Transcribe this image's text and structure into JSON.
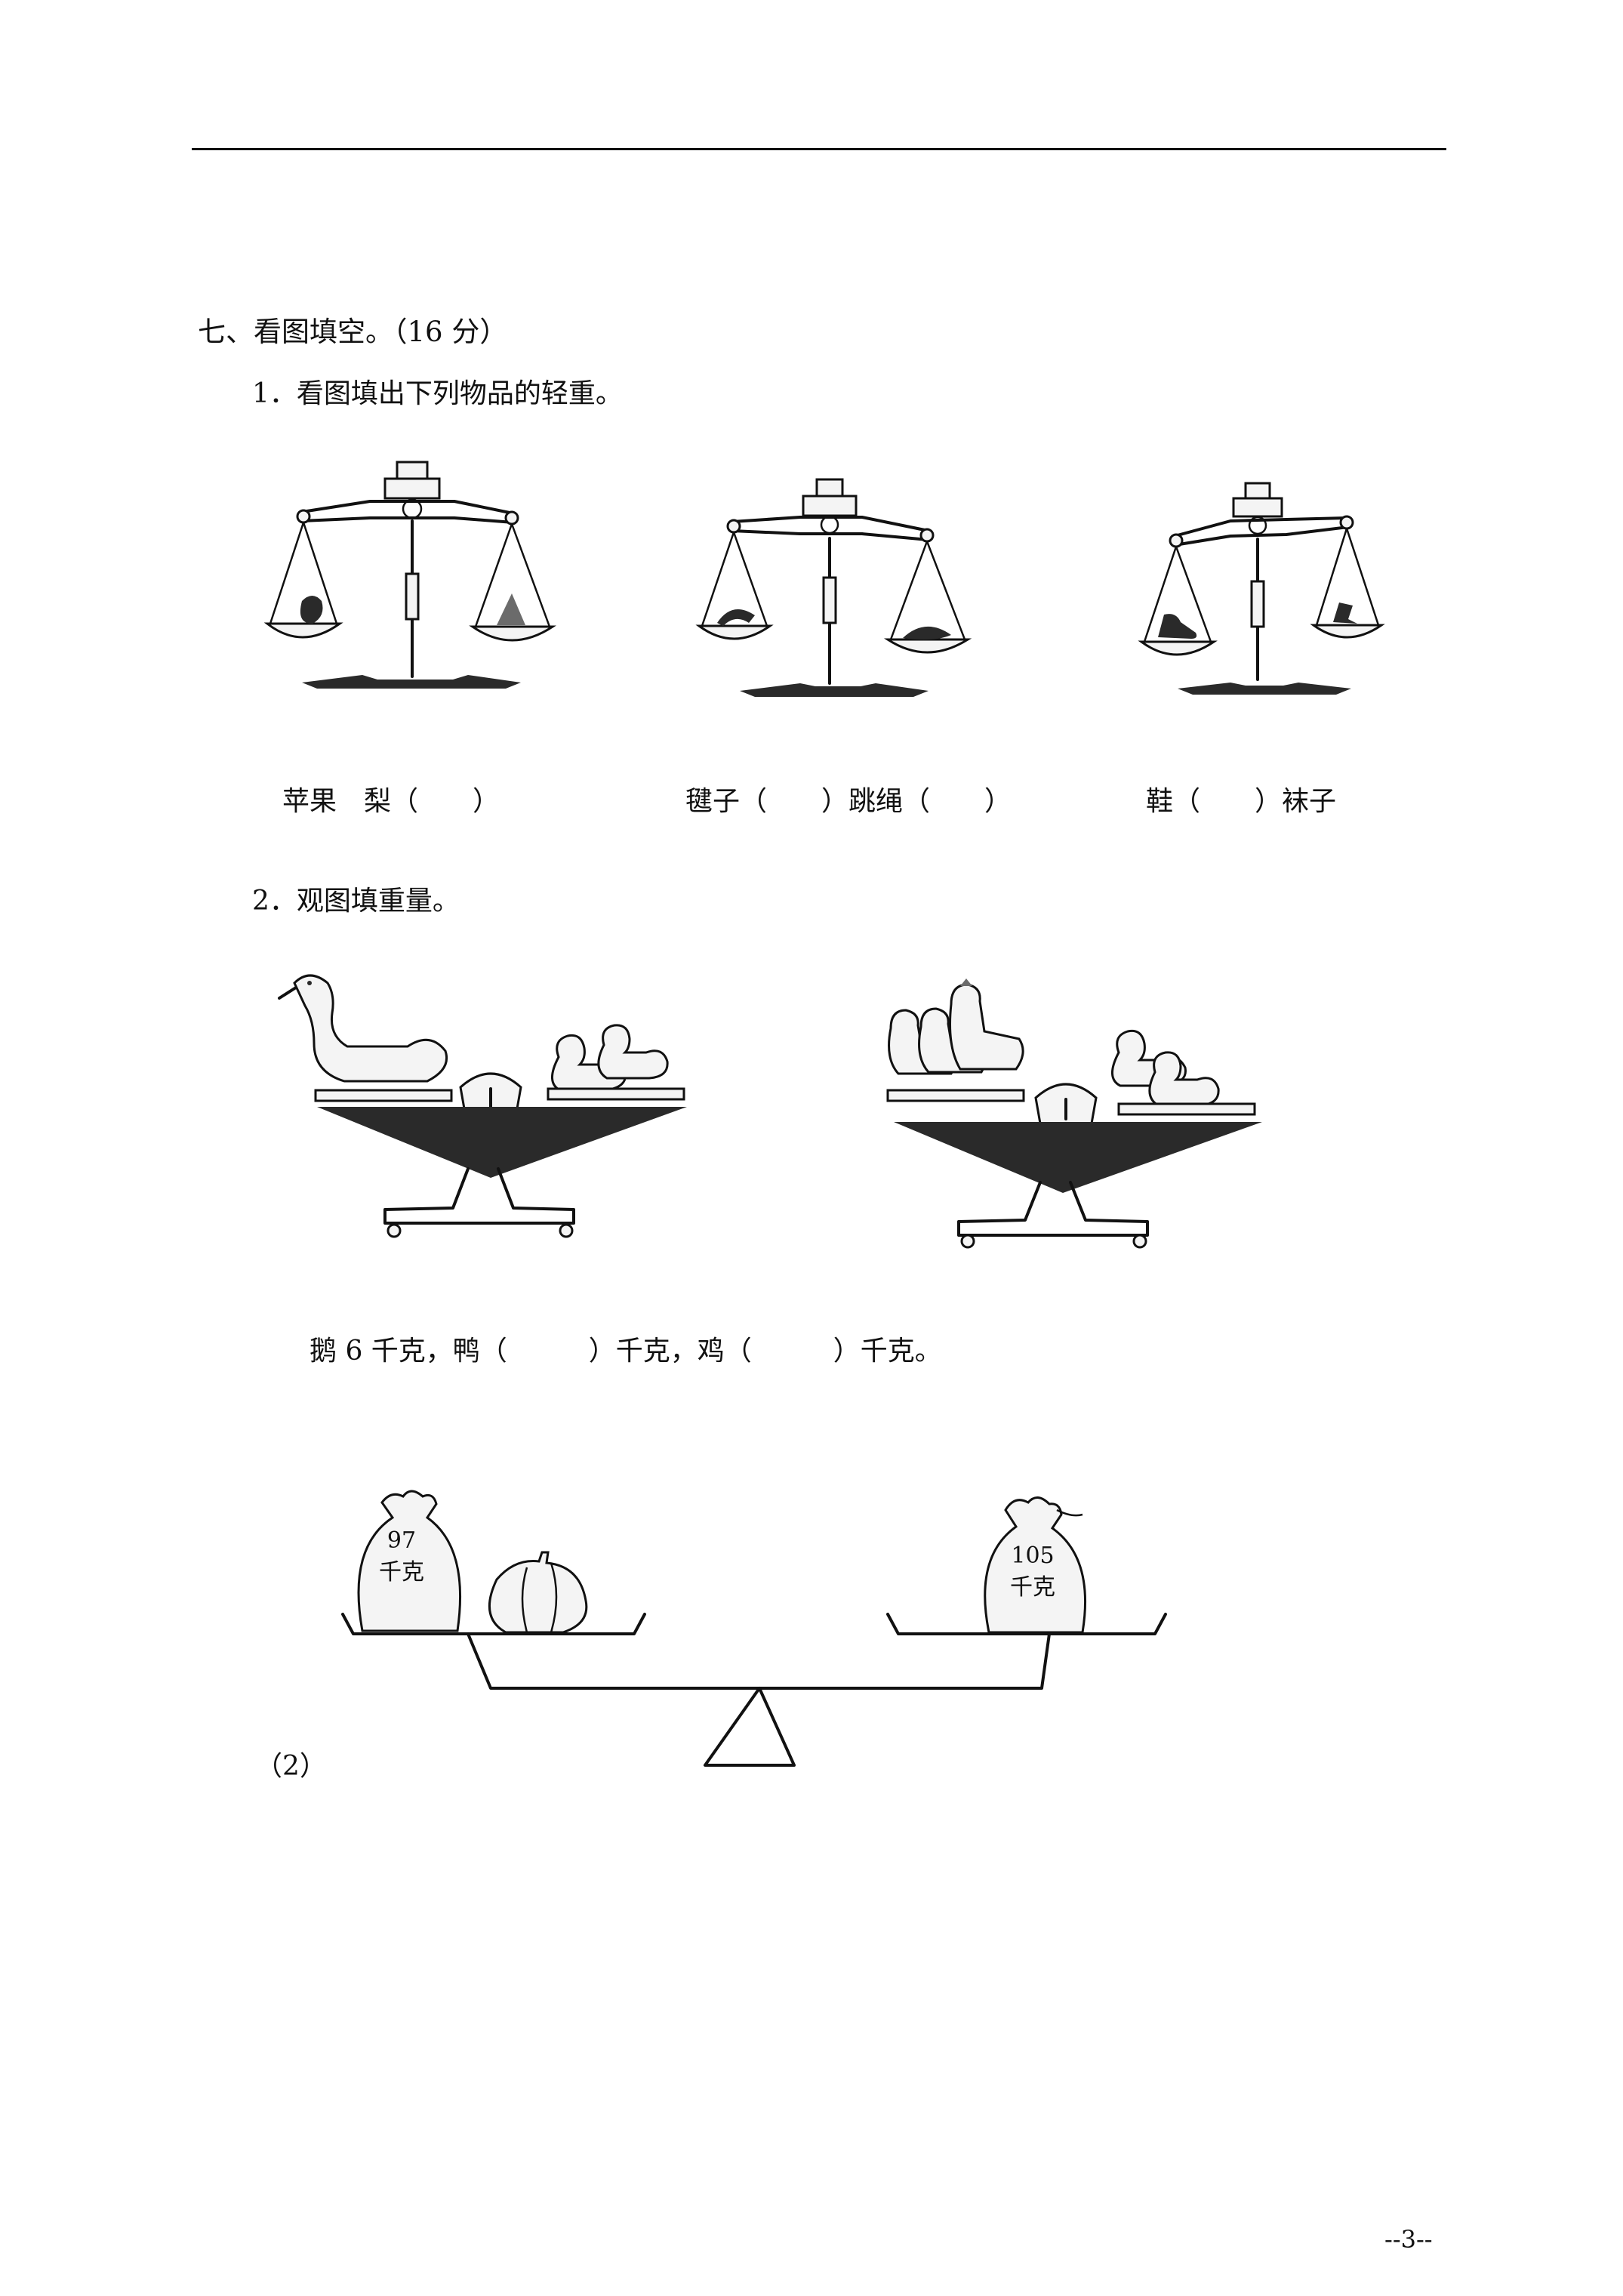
{
  "section": {
    "title": "七、看图填空。（16 分）",
    "q1": {
      "prompt": "1．看图填出下列物品的轻重。",
      "items": [
        "苹果　梨（　　）",
        "毽子（　　）跳绳（　　）",
        "鞋（　　）袜子"
      ]
    },
    "q2": {
      "prompt": "2．观图填重量。",
      "sentence": "鹅 6 千克，鸭（　　　）千克，鸡（　　　）千克。"
    },
    "q3": {
      "label": "（2）",
      "left_bag": {
        "number": "97",
        "unit": "千克"
      },
      "right_bag": {
        "number": "105",
        "unit": "千克"
      }
    }
  },
  "page_number": "--3--"
}
